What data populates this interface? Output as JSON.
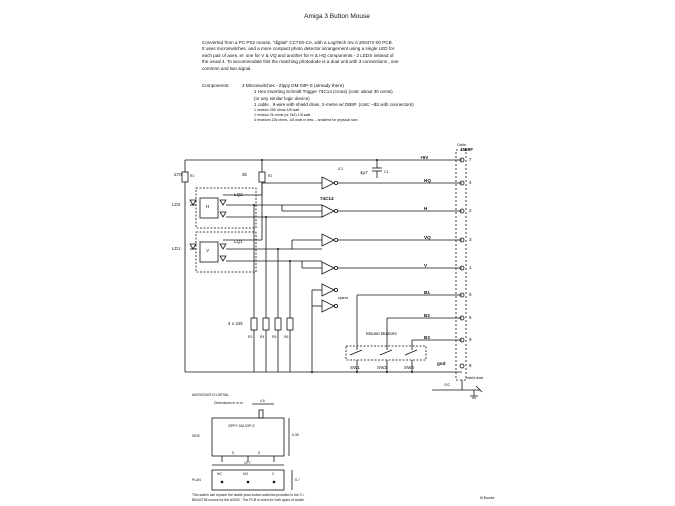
{
  "title": "Amiga  3 Button Mouse",
  "intro": [
    "Converted from a PC PS2 mouse,  \"digital\" CC7X0-CA,  with a LogiTech rev A  200472-00  PCB.",
    "It uses microswitches,  and a more compact photo detector arrangement using a single LED for",
    "each pair of axes.  ie: one for V & VQ   and another for H & HQ  components - 2 LEDS instead of",
    "the usual 4.   To accommodate this the matching photodode is a dual unit with 3 connections , one",
    "common and two signal."
  ],
  "components_heading": "Components:",
  "components": [
    {
      "text": "3  Microswitches -    Zippy DM-03P-S    (already there)",
      "cls": ""
    },
    {
      "text": "1  Hex Inverting Schmitt Trigger  74C14  (cmos)     (cost: about 30 cents)",
      "cls": "sub"
    },
    {
      "text": "(or any similar logic device)",
      "cls": "sub"
    },
    {
      "text": "1  cable ,  9-wire with shield drain, 2-metre  w/ DB9F.     (cost: ~$3  with connectors)",
      "cls": "sub"
    },
    {
      "text": "1  resistor  390 ohms   1/8 watt",
      "cls": "sub small"
    },
    {
      "text": "1  resistor  2k ohms (or 2k2)  1/8 watt",
      "cls": "sub small"
    },
    {
      "text": "4  resistors  22k ohms,  1/8 watt or less -- smallest for physical size.",
      "cls": "sub small"
    }
  ],
  "schematic": {
    "cable_label": "Cable",
    "connector": "DB9F",
    "signals": [
      "+5V",
      "HQ",
      "H",
      "VQ",
      "V",
      "B1",
      "B2",
      "B3",
      "gnd"
    ],
    "pins": [
      "7",
      "4",
      "2",
      "3",
      "1",
      "6",
      "5",
      "9",
      "8"
    ],
    "r_led": "270",
    "r_led_ref": "R1",
    "r_bias": "2k",
    "r_bias_ref": "R2",
    "pullups": "4 x  22k",
    "pullup_refs": [
      "R3",
      "R4",
      "R5",
      "R6"
    ],
    "ic_ref": "IC1",
    "ic_part": "74C14",
    "cap": "4µ7",
    "cap_ref": "C1",
    "led_refs": [
      "LD2",
      "LD1"
    ],
    "sensor_refs": [
      "LQ2",
      "LQ1"
    ],
    "axis_labels": [
      "H",
      "V"
    ],
    "buttons_label": "Mouse  Buttons",
    "switch_refs": [
      "SW1",
      "SW2",
      "SW3"
    ],
    "spare_label": "spares",
    "shield_label": "shield drain",
    "shield_ref": "G/C"
  },
  "detail": {
    "heading": "MICROSWITCH  DETAIL",
    "dims_note": "Dimensions in  m.m",
    "side": "SIDE",
    "plan": "PLAN",
    "part": "ZIPPY  DM-03P-S",
    "dims": [
      "4.5",
      "6.35",
      "5",
      "5",
      "12.7",
      "5.7"
    ],
    "pins": [
      "NC",
      "NO",
      "C"
    ]
  },
  "footer": [
    "This switch can replace the tactile push-button switches provided in the  C=",
    "B0040756  mouse for the A4000 .  The PCB is wired for both types of switch"
  ],
  "author": "M Bourke"
}
